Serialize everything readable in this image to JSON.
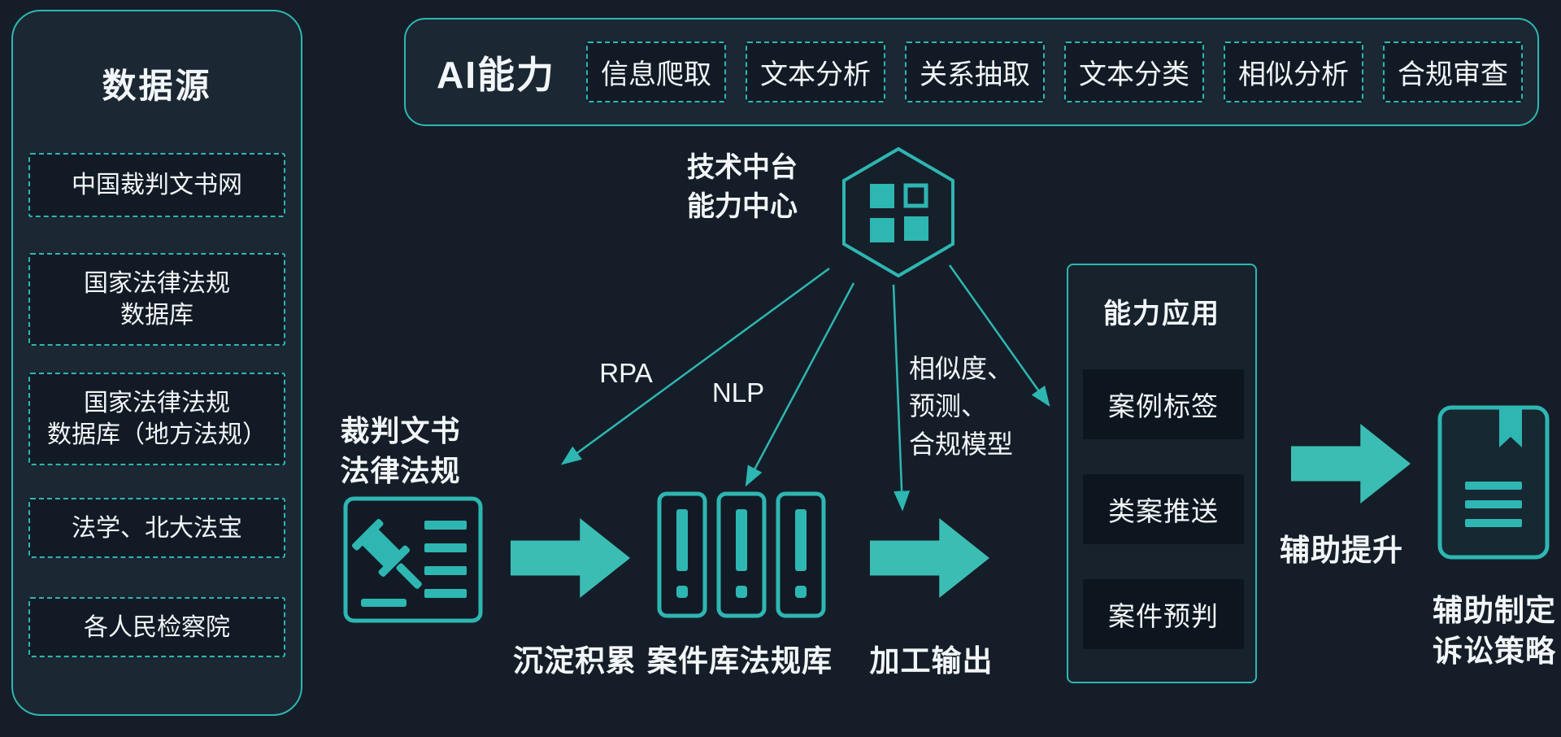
{
  "colors": {
    "background": "#151e28",
    "panel_background": "#1b2733",
    "box_background": "#121b25",
    "teal_accent": "#2eb6b2",
    "arrow_fill": "#3bbdb4",
    "text": "#f2f6f8"
  },
  "data_sources": {
    "title": "数据源",
    "items": [
      "中国裁判文书网",
      "国家法律法规\n数据库",
      "国家法律法规\n数据库（地方法规）",
      "法学、北大法宝",
      "各人民检察院"
    ]
  },
  "ai_capabilities": {
    "title": "AI能力",
    "items": [
      "信息爬取",
      "文本分析",
      "关系抽取",
      "文本分类",
      "相似分析",
      "合规审查"
    ]
  },
  "hub": {
    "label": "技术中台\n能力中心"
  },
  "edge_labels": {
    "rpa": "RPA",
    "nlp": "NLP",
    "similarity": "相似度、\n预测、\n合规模型"
  },
  "flow": {
    "source_label": "裁判文书\n法律法规",
    "accumulate_label": "沉淀积累",
    "library_label": "案件库法规库",
    "process_label": "加工输出",
    "assist_label": "辅助提升",
    "final_label": "辅助制定\n诉讼策略"
  },
  "applications": {
    "title": "能力应用",
    "items": [
      "案例标签",
      "类案推送",
      "案件预判"
    ]
  }
}
